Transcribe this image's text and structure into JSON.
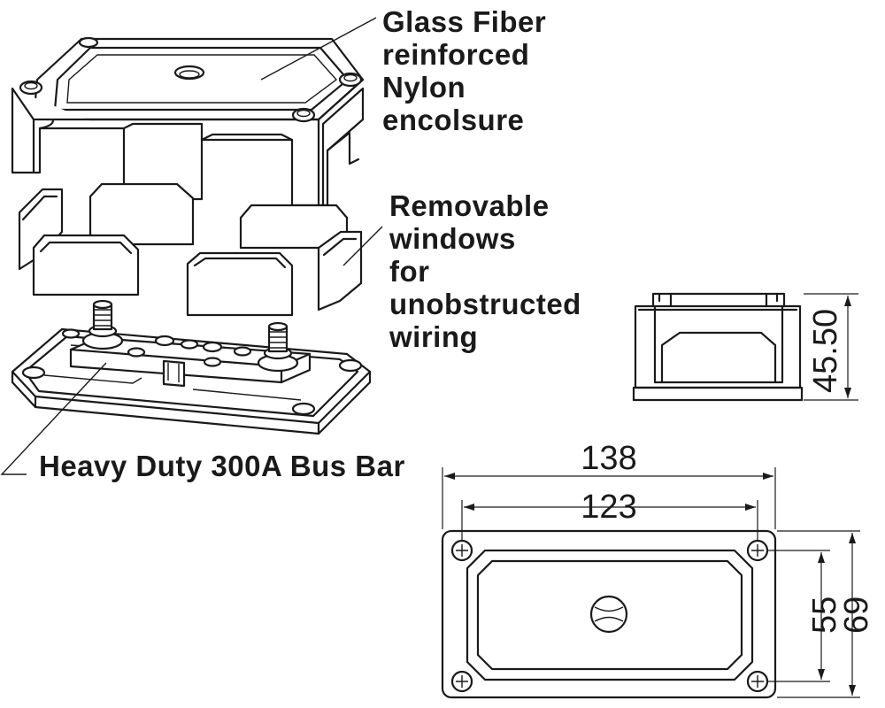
{
  "callouts": {
    "enclosure": "Glass Fiber\nreinforced\nNylon\nencolsure",
    "windows": "Removable\nwindows\nfor\nunobstructed\nwiring",
    "busbar": "Heavy Duty 300A Bus Bar"
  },
  "dimensions": {
    "height": "45.50",
    "length_overall": "138",
    "length_mount": "123",
    "width_mount": "55",
    "width_overall": "69"
  },
  "colors": {
    "line": "#1a1a1a",
    "background": "#ffffff"
  }
}
